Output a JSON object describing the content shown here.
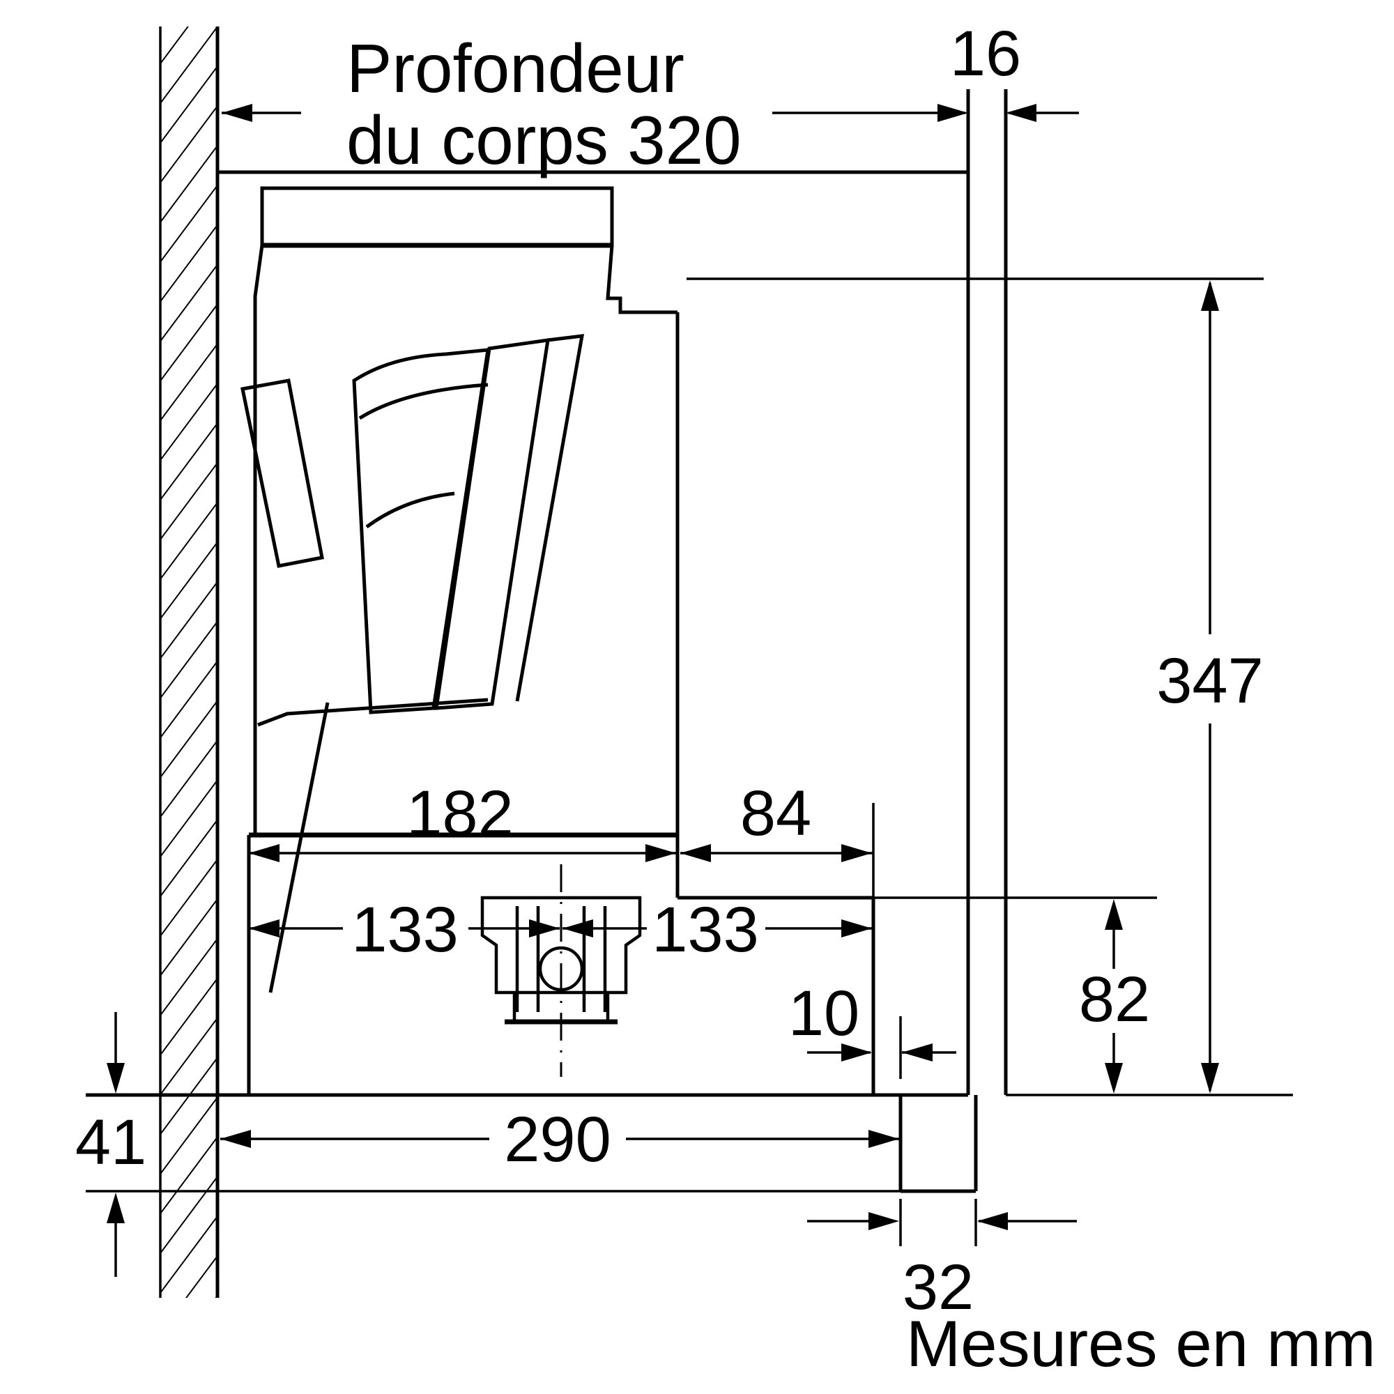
{
  "diagram": {
    "type": "installation-drawing",
    "note": "Mesures en mm",
    "colors": {
      "line": "#000000",
      "background": "#ffffff"
    },
    "depth_label": {
      "line1": "Profondeur",
      "line2": "du corps 320",
      "value_mm": 320
    },
    "dimensions": {
      "panel_thickness": {
        "label": "16",
        "value_mm": 16
      },
      "niche_height": {
        "label": "347",
        "value_mm": 347
      },
      "body_depth_front": {
        "label": "182",
        "value_mm": 182
      },
      "step_depth": {
        "label": "84",
        "value_mm": 84
      },
      "center_left": {
        "label": "133",
        "value_mm": 133
      },
      "center_right": {
        "label": "133",
        "value_mm": 133
      },
      "gap": {
        "label": "10",
        "value_mm": 10
      },
      "lower_recess_height": {
        "label": "82",
        "value_mm": 82
      },
      "pullout_depth": {
        "label": "290",
        "value_mm": 290
      },
      "visor_drop": {
        "label": "41",
        "value_mm": 41
      },
      "visor_thickness": {
        "label": "32",
        "value_mm": 32
      }
    }
  }
}
